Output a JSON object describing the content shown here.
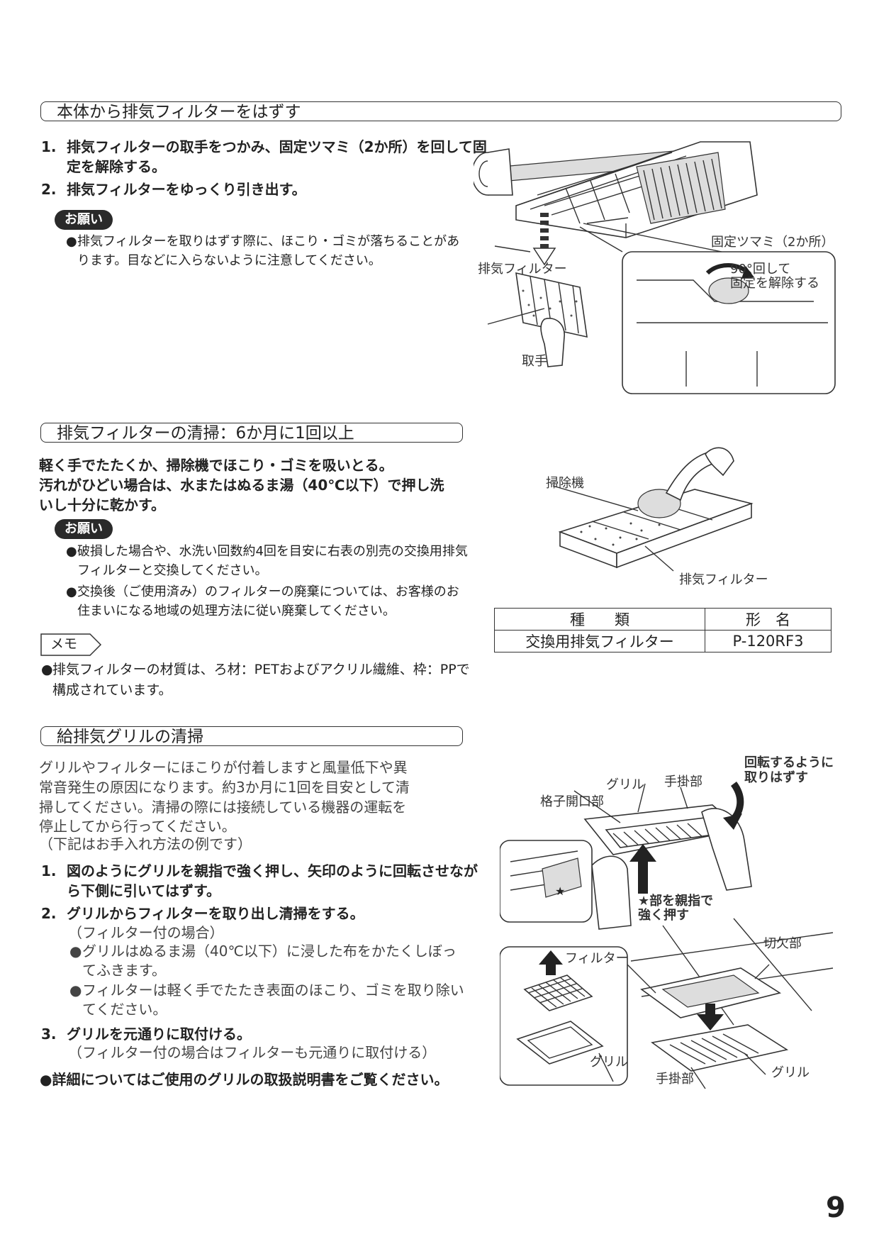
{
  "section1": {
    "title": "本体から排気フィルターをはずす",
    "steps": [
      {
        "n": "1.",
        "text": "排気フィルターの取手をつかみ、固定ツマミ（2か所）を回して固定を解除する。"
      },
      {
        "n": "2.",
        "text": "排気フィルターをゆっくり引き出す。"
      }
    ],
    "onegai": "お願い",
    "notes": [
      "排気フィルターを取りはずす際に、ほこり・ゴミが落ちることがあります。目などに入らないように注意してください。"
    ],
    "figure": {
      "label_knob": "固定ツマミ（2か所）",
      "label_filter": "排気フィルター",
      "label_handle": "取手",
      "label_rotate_1": "90°回して",
      "label_rotate_2": "固定を解除する"
    }
  },
  "section2": {
    "title": "排気フィルターの清掃：6か月に1回以上",
    "lines": [
      "軽く手でたたくか、掃除機でほこり・ゴミを吸いとる。",
      "汚れがひどい場合は、水またはぬるま湯（40℃以下）で押し洗",
      "いし十分に乾かす。"
    ],
    "onegai": "お願い",
    "notes": [
      "破損した場合や、水洗い回数約4回を目安に右表の別売の交換用排気フィルターと交換してください。",
      "交換後（ご使用済み）のフィルターの廃棄については、お客様のお住まいになる地域の処理方法に従い廃棄してください。"
    ],
    "memo_label": "メモ",
    "memo_text": "排気フィルターの材質は、ろ材：PETおよびアクリル繊維、枠：PPで構成されています。",
    "figure": {
      "label_vacuum": "掃除機",
      "label_filter": "排気フィルター"
    },
    "table": {
      "headers": [
        "種　　類",
        "形　名"
      ],
      "rows": [
        [
          "交換用排気フィルター",
          "P-120RF3"
        ]
      ]
    }
  },
  "section3": {
    "title": "給排気グリルの清掃",
    "intro": [
      "グリルやフィルターにほこりが付着しますと風量低下や異",
      "常音発生の原因になります。約3か月に1回を目安として清",
      "掃してください。清掃の際には接続している機器の運転を",
      "停止してから行ってください。",
      "（下記はお手入れ方法の例です）"
    ],
    "steps": [
      {
        "n": "1.",
        "text": "図のようにグリルを親指で強く押し、矢印のように回転させながら下側に引いてはずす。"
      },
      {
        "n": "2.",
        "text": "グリルからフィルターを取り出し清掃をする。"
      },
      {
        "n": "3.",
        "text": "グリルを元通りに取付ける。"
      }
    ],
    "step2_sub": "（フィルター付の場合）",
    "step2_bullets": [
      "グリルはぬるま湯（40℃以下）に浸した布をかたくしぼってふきます。",
      "フィルターは軽く手でたたき表面のほこり、ゴミを取り除いてください。"
    ],
    "step3_sub": "（フィルター付の場合はフィルターも元通りに取付ける）",
    "final_note": "●詳細についてはご使用のグリルの取扱説明書をご覧ください。",
    "figure": {
      "label_rotate_1": "回転するように",
      "label_rotate_2": "取りはずす",
      "label_grille": "グリル",
      "label_handhold": "手掛部",
      "label_lattice": "格子開口部",
      "label_press_1": "★部を親指で",
      "label_press_2": "強く押す",
      "label_filter": "フィルター",
      "label_notch": "切欠部",
      "label_grille2": "グリル",
      "label_handhold2": "手掛部",
      "label_grille3": "グリル"
    }
  },
  "page_number": "9"
}
